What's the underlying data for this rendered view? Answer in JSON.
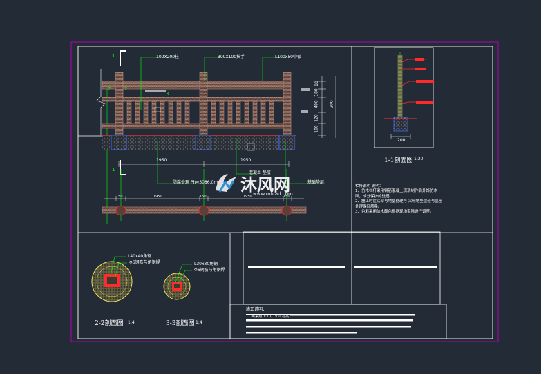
{
  "drawing": {
    "section_markers": {
      "left_section_number": "1",
      "left_detail_numbers": [
        "2",
        "2"
      ],
      "mid_detail_number": "3"
    },
    "callouts_top": [
      "100X200柱",
      "300X100扶手",
      "L100x50中板"
    ],
    "elevation_dims_right": [
      "80",
      "180",
      "400",
      "120",
      "100",
      "200"
    ],
    "dims_bottom_left": "1950",
    "dims_bottom_right": "1950",
    "bottom_callout_left": "防腐处理 Ph=3086.0m",
    "bottom_callout_right": "基础垫层",
    "base_callout": "混凝土 垫层",
    "plan_dims": [
      "150",
      "1950",
      "150",
      "1950",
      "150"
    ],
    "section_1_title": "1-1剖面图",
    "section_1_scale": "1:20",
    "section_1_width": "200",
    "section_2_title": "2-2剖面图",
    "section_2_scale": "1:4",
    "section_2_labels": [
      "L40x40角钢",
      "Φ6钢筋与角钢焊"
    ],
    "section_3_title": "3-3剖面图",
    "section_3_scale": "1:4",
    "section_3_labels": [
      "L30x30角钢",
      "Φ6钢筋与角钢焊"
    ],
    "notes_title": "栏杆说明 说明：",
    "notes": [
      "1、仿木栏杆采用钢筋混凝土现浇制作后外饰仿木",
      "面，成分保护的处理。",
      "2、施工时在底部与地基处理与 采用地垫层砼与基座",
      "处理保证质量。",
      "3、色彩采用仿木颜色根据现场实际进行调整。"
    ],
    "construction_notes_title": "施工说明：",
    "construction_notes_line": "1、可采用 1:10，300 标高."
  },
  "watermark": {
    "brand": "沐风网",
    "url": "www.mfcad.com"
  },
  "colors": {
    "background": "#232b36",
    "frame": "#ffffff",
    "outer_border": "#b000b0",
    "leader": "#00ff00",
    "section_red": "#ff2a2a",
    "wood": "#c09080",
    "ground": "#3a5fd6",
    "yellow": "#e8e060"
  }
}
